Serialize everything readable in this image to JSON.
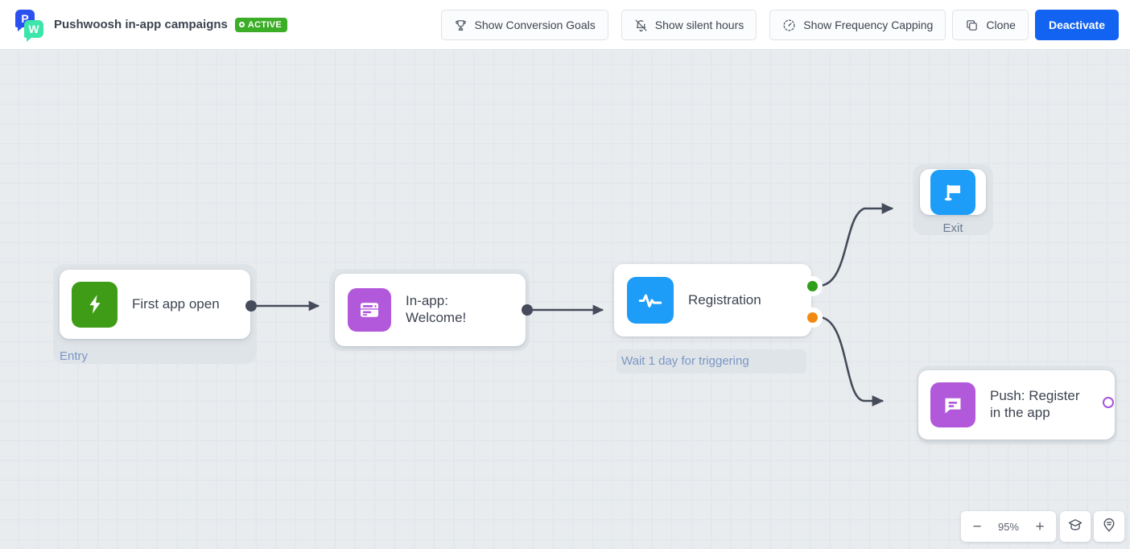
{
  "header": {
    "logo_icon": "pushwoosh-logo-icon",
    "logo_letter_p": "P",
    "logo_letter_w": "W",
    "title": "Pushwoosh in-app campaigns",
    "status_badge": "ACTIVE",
    "status_color": "#3bad26",
    "buttons": [
      {
        "id": "conversion-goals",
        "label": "Show Conversion Goals",
        "icon": "trophy-icon"
      },
      {
        "id": "silent-hours",
        "label": "Show silent hours",
        "icon": "bell-muted-icon"
      },
      {
        "id": "frequency-capping",
        "label": "Show Frequency Capping",
        "icon": "gauge-icon"
      },
      {
        "id": "clone",
        "label": "Clone",
        "icon": "copy-icon"
      }
    ],
    "primary_button": {
      "label": "Deactivate",
      "color": "#1263f2"
    }
  },
  "canvas": {
    "background_color": "#e9ecef",
    "grid_color": "#dfe4e8",
    "nodes": [
      {
        "id": "entry",
        "title": "First app open",
        "group_label": "Entry",
        "icon": "lightning-bolt-icon",
        "icon_color": "#3f9c16"
      },
      {
        "id": "inapp-welcome",
        "title": "In-app:\nWelcome!",
        "icon": "in-app-message-icon",
        "icon_color": "#b259db"
      },
      {
        "id": "registration",
        "title": "Registration",
        "group_label": "Wait 1 day for triggering",
        "icon": "event-pulse-icon",
        "icon_color": "#1e9df8",
        "ports": [
          {
            "id": "success",
            "color": "#2f9e1b"
          },
          {
            "id": "fallback",
            "color": "#f28a12"
          }
        ]
      },
      {
        "id": "exit",
        "title": "Exit",
        "icon": "flag-icon",
        "icon_color": "#1e9df8"
      },
      {
        "id": "push-register",
        "title": "Push: Register\nin the app",
        "icon": "push-message-icon",
        "icon_color": "#b259db"
      }
    ],
    "edges": [
      {
        "from": "entry",
        "to": "inapp-welcome"
      },
      {
        "from": "inapp-welcome",
        "to": "registration"
      },
      {
        "from": "registration:success",
        "to": "exit"
      },
      {
        "from": "registration:fallback",
        "to": "push-register"
      }
    ]
  },
  "controls": {
    "zoom_out": "−",
    "zoom_level": "95%",
    "zoom_in": "+",
    "help_icon": "graduation-cap-icon",
    "legend_icon": "map-pin-legend-icon"
  }
}
